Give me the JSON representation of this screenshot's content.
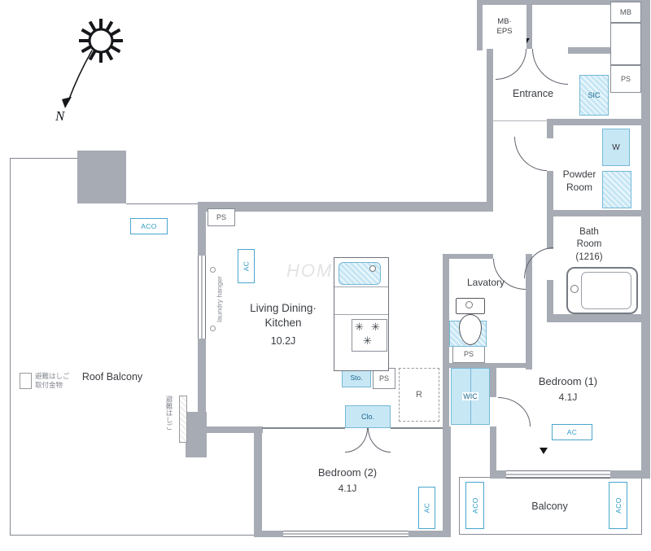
{
  "compass": {
    "north": "N"
  },
  "watermark": "HOME'S",
  "rooms": {
    "entrance": "Entrance",
    "mbeps1": "MB·",
    "mbeps2": "EPS",
    "mb": "MB",
    "powder1": "Powder",
    "powder2": "Room",
    "bath1": "Bath",
    "bath2": "Room",
    "bath3": "(1216)",
    "lavatory": "Lavatory",
    "ldk1": "Living Dining·",
    "ldk2": "Kitchen",
    "ldk_size": "10.2J",
    "bedroom1": "Bedroom (1)",
    "bedroom1_size": "4.1J",
    "bedroom2": "Bedroom (2)",
    "bedroom2_size": "4.1J",
    "roof_balcony": "Roof Balcony",
    "balcony": "Balcony"
  },
  "fixtures": {
    "sic": "SIC",
    "washer": "W",
    "wic": "WIC",
    "storage": "Sto.",
    "closet": "Clo.",
    "fridge": "R",
    "ps": "PS",
    "ac": "AC",
    "aco": "ACO"
  },
  "annotations": {
    "laundry_hanger": "laundry hanger",
    "evac_ladder": "避難はしご",
    "evac_mount": "取付金物"
  },
  "colors": {
    "wall": "#a6abb4",
    "fixture_fill": "#c8e7f5",
    "accent_blue": "#2d9cc7"
  }
}
